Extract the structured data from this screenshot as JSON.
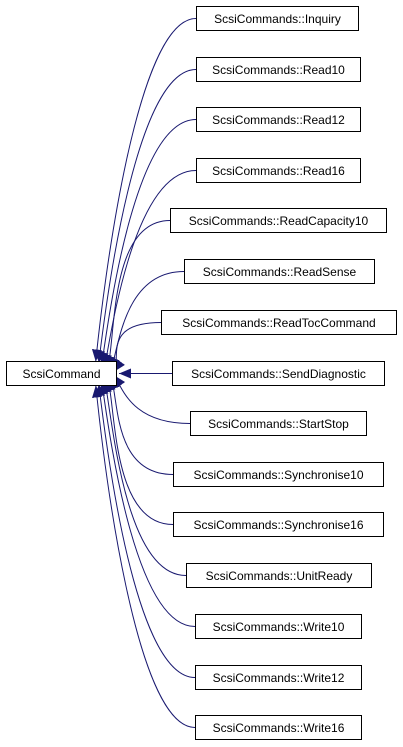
{
  "diagram": {
    "type": "inheritance-graph",
    "edge_color": "#191970",
    "base": {
      "label": "ScsiCommand"
    },
    "derived": [
      {
        "label": "ScsiCommands::Inquiry"
      },
      {
        "label": "ScsiCommands::Read10"
      },
      {
        "label": "ScsiCommands::Read12"
      },
      {
        "label": "ScsiCommands::Read16"
      },
      {
        "label": "ScsiCommands::ReadCapacity10"
      },
      {
        "label": "ScsiCommands::ReadSense"
      },
      {
        "label": "ScsiCommands::ReadTocCommand"
      },
      {
        "label": "ScsiCommands::SendDiagnostic"
      },
      {
        "label": "ScsiCommands::StartStop"
      },
      {
        "label": "ScsiCommands::Synchronise10"
      },
      {
        "label": "ScsiCommands::Synchronise16"
      },
      {
        "label": "ScsiCommands::UnitReady"
      },
      {
        "label": "ScsiCommands::Write10"
      },
      {
        "label": "ScsiCommands::Write12"
      },
      {
        "label": "ScsiCommands::Write16"
      }
    ]
  }
}
